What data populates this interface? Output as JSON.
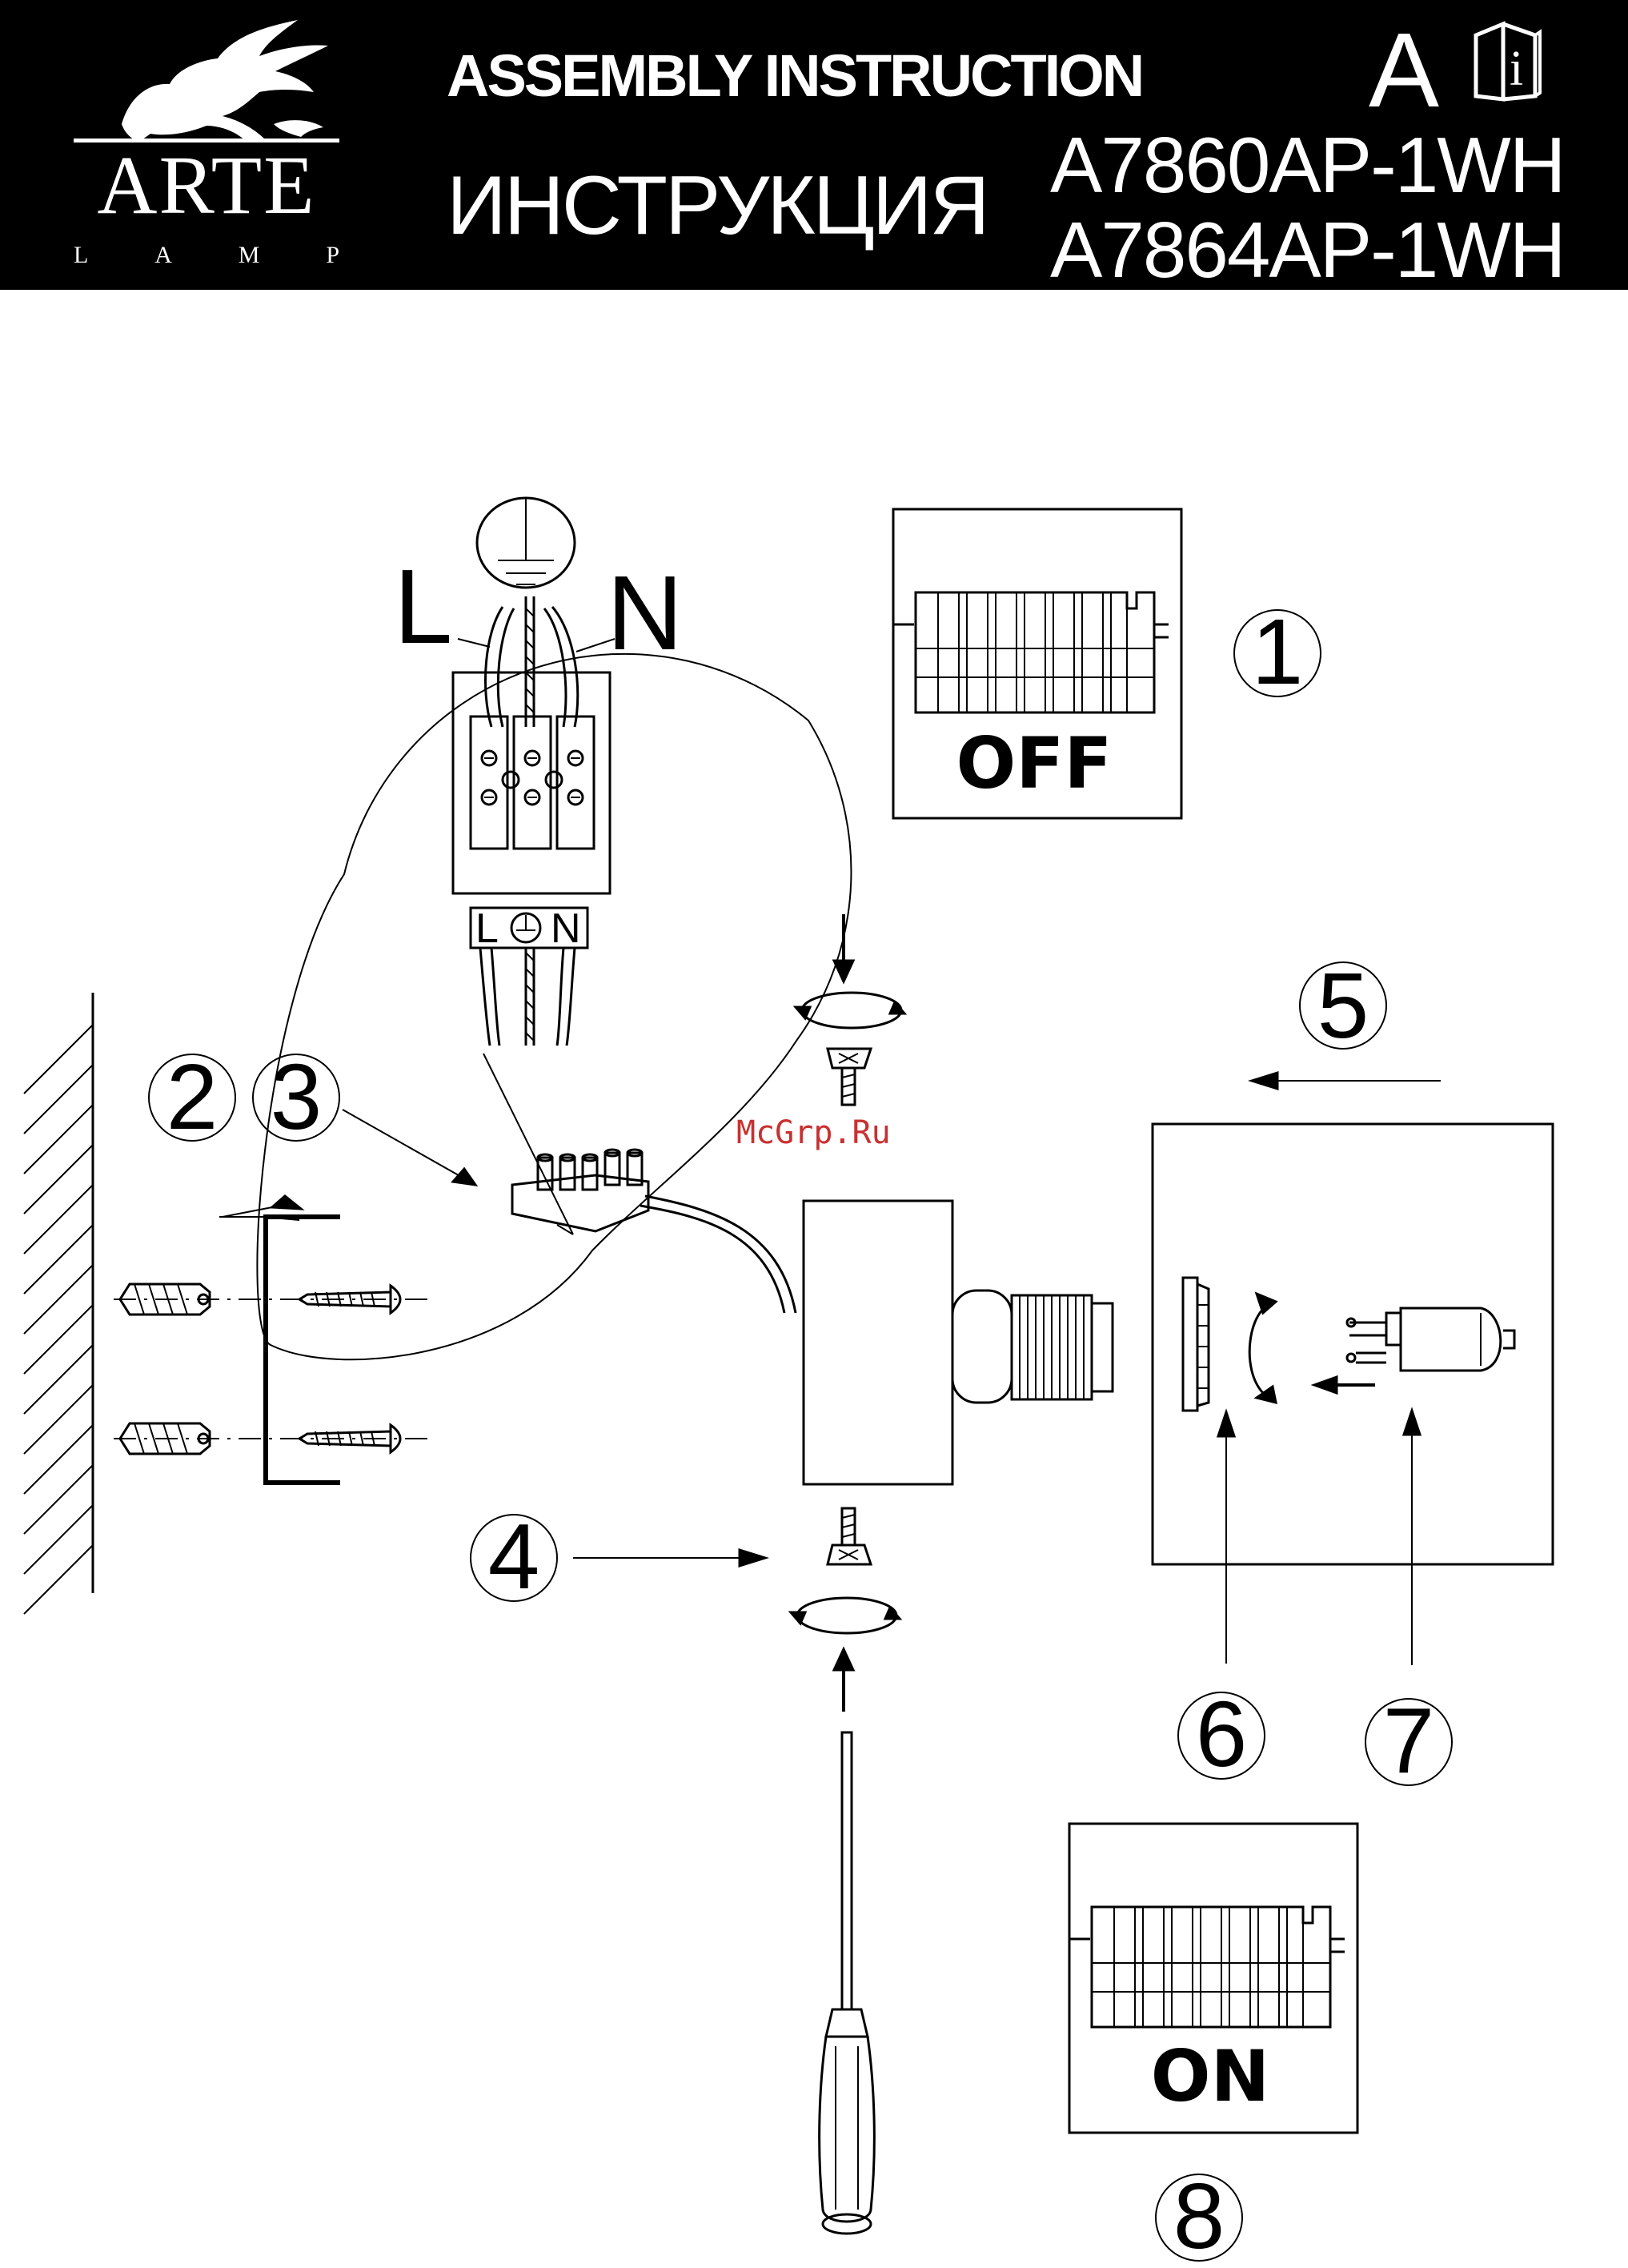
{
  "header": {
    "brand": "ARTE",
    "brand_sub": [
      "L",
      "A",
      "M",
      "P"
    ],
    "title_en": "ASSEMBLY INSTRUCTION",
    "title_ru": "ИНСТРУКЦИЯ",
    "section_letter": "A",
    "models": [
      "A7860AP-1WH",
      "A7864AP-1WH"
    ],
    "book_icon": "info-book-icon",
    "book_letter": "i"
  },
  "wiring": {
    "live_label": "L",
    "neutral_label": "N",
    "terminal_left": "L",
    "terminal_right": "N"
  },
  "steps": {
    "s1": "1",
    "s2": "2",
    "s3": "3",
    "s4": "4",
    "s5": "5",
    "s6": "6",
    "s7": "7",
    "s8": "8"
  },
  "switch_off_label": "OFF",
  "switch_on_label": "ON",
  "watermark": "McGrp.Ru",
  "colors": {
    "header_bg": "#000000",
    "ink": "#000000",
    "watermark": "#c93030"
  }
}
